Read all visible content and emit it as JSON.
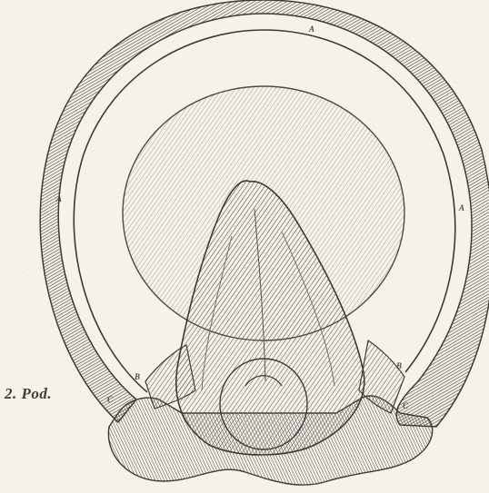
{
  "figure": {
    "caption": "2. Pod.",
    "labels": {
      "a_top": "A",
      "a_left": "A",
      "a_right": "A",
      "b_left": "B",
      "b_right": "B",
      "c_left": "C",
      "c_right": "C"
    }
  },
  "colors": {
    "paper": "#f7f2e7",
    "ink": "#3d3d3d",
    "wall_fill": "#9b9b9b",
    "sole_fill": "#c8c8c8",
    "frog_fill": "#bdbdbd"
  }
}
